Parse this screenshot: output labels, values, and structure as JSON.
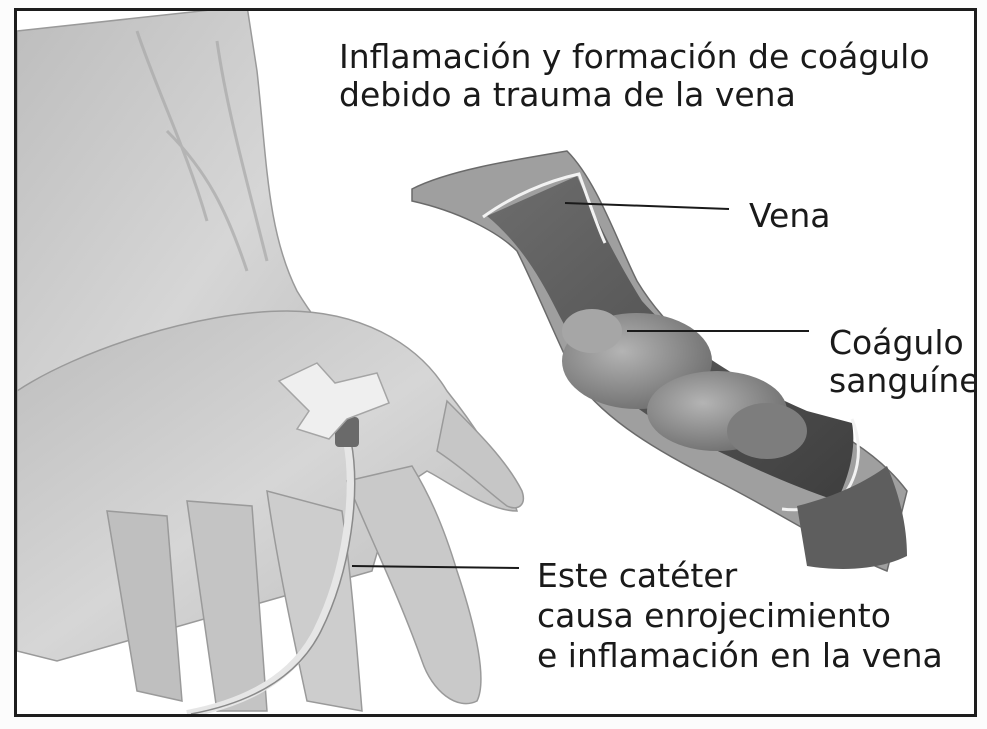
{
  "title": {
    "line1": "Inflamación y formación de coágulo",
    "line2": "debido a trauma de la vena"
  },
  "labels": {
    "vein": "Vena",
    "clot_line1": "Coágulo",
    "clot_line2": "sanguíneo",
    "catheter_line1": "Este catéter",
    "catheter_line2": "causa enrojecimiento",
    "catheter_line3": "e inflamación en la vena"
  },
  "colors": {
    "frame": "#1d1d1d",
    "skin": "#cfcfcf",
    "vein_interior": "#5a5a5a",
    "clot": "#8e8e8e",
    "tape": "#ececec"
  }
}
